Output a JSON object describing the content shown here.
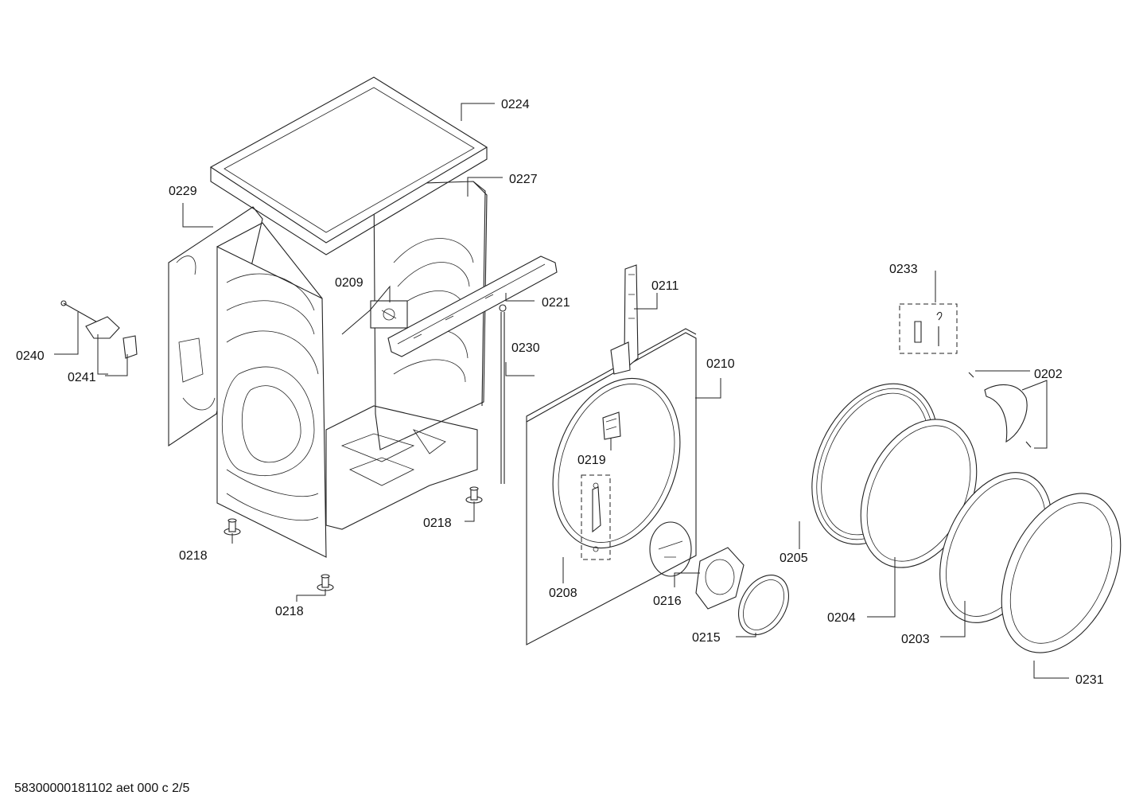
{
  "footer": "58300000181102 aet 000 c 2/5",
  "labels": {
    "p0224": "0224",
    "p0227": "0227",
    "p0229": "0229",
    "p0209": "0209",
    "p0221": "0221",
    "p0230": "0230",
    "p0240": "0240",
    "p0241": "0241",
    "p0218a": "0218",
    "p0218b": "0218",
    "p0218c": "0218",
    "p0211": "0211",
    "p0210": "0210",
    "p0219": "0219",
    "p0208": "0208",
    "p0216": "0216",
    "p0215": "0215",
    "p0233": "0233",
    "p0202": "0202",
    "p0205": "0205",
    "p0204": "0204",
    "p0203": "0203",
    "p0231": "0231"
  }
}
